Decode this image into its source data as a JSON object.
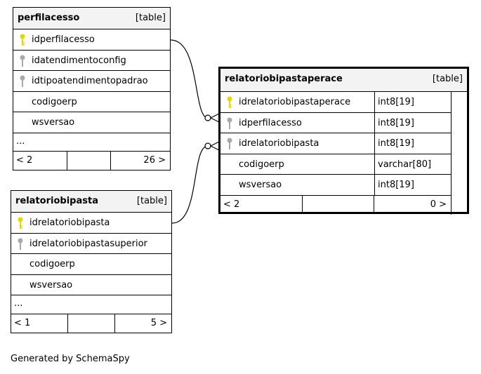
{
  "tables": {
    "perfilacesso": {
      "name": "perfilacesso",
      "type_label": "[table]",
      "columns": [
        {
          "name": "idperfilacesso",
          "key": "primary"
        },
        {
          "name": "idatendimentoconfig",
          "key": "foreign"
        },
        {
          "name": "idtipoatendimentopadrao",
          "key": "foreign"
        },
        {
          "name": "codigoerp",
          "key": "none"
        },
        {
          "name": "wsversao",
          "key": "none"
        }
      ],
      "ellipsis": "...",
      "footer": {
        "left": "< 2",
        "right": "26 >"
      }
    },
    "relatoriobipasta": {
      "name": "relatoriobipasta",
      "type_label": "[table]",
      "columns": [
        {
          "name": "idrelatoriobipasta",
          "key": "primary"
        },
        {
          "name": "idrelatoriobipastasuperior",
          "key": "foreign"
        },
        {
          "name": "codigoerp",
          "key": "none"
        },
        {
          "name": "wsversao",
          "key": "none"
        }
      ],
      "ellipsis": "...",
      "footer": {
        "left": "< 1",
        "right": "5 >"
      }
    },
    "relatoriobipastaperace": {
      "name": "relatoriobipastaperace",
      "type_label": "[table]",
      "columns": [
        {
          "name": "idrelatoriobipastaperace",
          "key": "primary",
          "type": "int8[19]"
        },
        {
          "name": "idperfilacesso",
          "key": "foreign",
          "type": "int8[19]"
        },
        {
          "name": "idrelatoriobipasta",
          "key": "foreign",
          "type": "int8[19]"
        },
        {
          "name": "codigoerp",
          "key": "none",
          "type": "varchar[80]"
        },
        {
          "name": "wsversao",
          "key": "none",
          "type": "int8[19]"
        }
      ],
      "footer": {
        "left": "< 2",
        "right": "0 >"
      }
    }
  },
  "colors": {
    "primary_key": "#e8d800",
    "foreign_key": "#a8a8a8",
    "header_bg": "#f3f3f3"
  },
  "footer_text": "Generated by SchemaSpy"
}
